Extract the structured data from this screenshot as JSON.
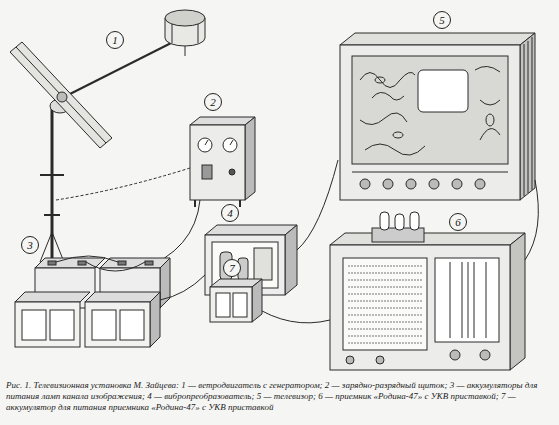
{
  "diagram": {
    "caption": "Рис. 1. Телевизионная установка М. Зайцева: 1 — ветродвигатель с генератором; 2 — зарядно-разрядный щиток; 3 — аккумуляторы для питания ламп канала изображения; 4 — вибропреобразователь; 5 — телевизор; 6 — приемник «Родина-47» с УКВ приставкой; 7 — аккумулятор для питания приемника «Родина-47» с УКВ приставкой",
    "nodes": [
      {
        "text": [
          "1"
        ]
      },
      {
        "text": [
          "2"
        ]
      },
      {
        "text": [
          "3"
        ]
      },
      {
        "text": [
          "4"
        ]
      },
      {
        "text": [
          "5"
        ]
      },
      {
        "text": [
          "6"
        ]
      },
      {
        "text": [
          "7"
        ]
      }
    ]
  }
}
